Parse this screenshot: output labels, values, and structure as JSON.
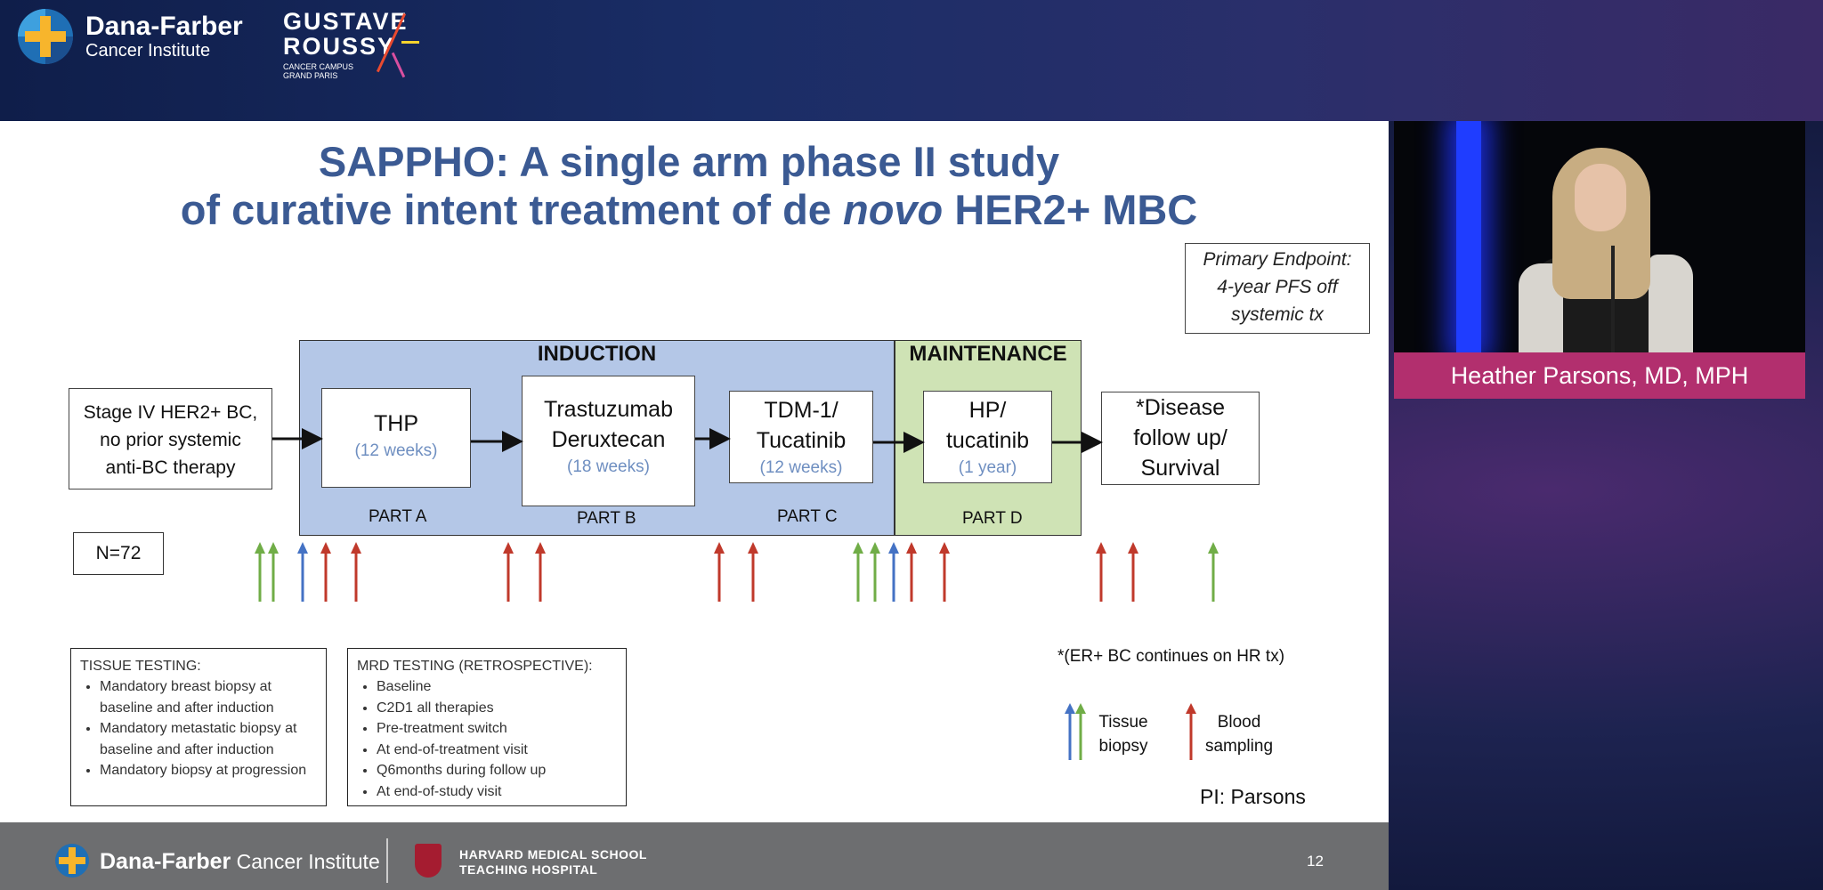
{
  "header": {
    "df_name": "Dana-Farber",
    "df_sub": "Cancer Institute",
    "gr_line1": "GUSTAVE",
    "gr_line2": "ROUSSY",
    "gr_sub1": "CANCER CAMPUS",
    "gr_sub2": "GRAND PARIS"
  },
  "slide": {
    "title_line1": "SAPPHO: A single arm phase II study",
    "title_line2_a": "of curative intent treatment of de ",
    "title_line2_em": "novo",
    "title_line2_b": " HER2+ MBC",
    "primary_endpoint": [
      "Primary Endpoint:",
      "4-year PFS off",
      "systemic tx"
    ],
    "induction_label": "INDUCTION",
    "maintenance_label": "MAINTENANCE",
    "start_box": [
      "Stage IV HER2+ BC,",
      "no prior systemic",
      "anti-BC therapy"
    ],
    "parts": [
      {
        "name": [
          "THP"
        ],
        "duration": "(12 weeks)",
        "label": "PART A"
      },
      {
        "name": [
          "Trastuzumab",
          "Deruxtecan"
        ],
        "duration": "(18 weeks)",
        "label": "PART B"
      },
      {
        "name": [
          "TDM-1/",
          "Tucatinib"
        ],
        "duration": "(12 weeks)",
        "label": "PART C"
      },
      {
        "name": [
          "HP/",
          "tucatinib"
        ],
        "duration": "(1 year)",
        "label": "PART D"
      }
    ],
    "end_box": [
      "*Disease",
      "follow up/",
      "Survival"
    ],
    "n_label": "N=72",
    "tissue_testing": {
      "header": "TISSUE TESTING:",
      "items": [
        "Mandatory breast biopsy at baseline and after induction",
        "Mandatory metastatic biopsy at baseline and after induction",
        "Mandatory biopsy at progression"
      ]
    },
    "mrd_testing": {
      "header": "MRD TESTING (RETROSPECTIVE):",
      "items": [
        "Baseline",
        "C2D1 all therapies",
        "Pre-treatment switch",
        "At end-of-treatment visit",
        "Q6months during follow up",
        "At end-of-study visit"
      ]
    },
    "note": "*(ER+ BC continues on HR tx)",
    "legend_tissue": [
      "Tissue",
      "biopsy"
    ],
    "legend_blood": [
      "Blood",
      "sampling"
    ],
    "pi": "PI: Parsons",
    "colors": {
      "green": "#70ad47",
      "blue": "#4472c4",
      "red": "#c0392b"
    },
    "timeline_arrows": [
      "green",
      "green",
      "blue",
      "red",
      "red",
      "red",
      "red",
      "red",
      "red",
      "green",
      "green",
      "blue",
      "red",
      "red",
      "red",
      "red",
      "green"
    ]
  },
  "footer": {
    "df_bold": "Dana-Farber",
    "df_rest": " Cancer Institute",
    "hms_line1": "HARVARD MEDICAL SCHOOL",
    "hms_line2": "TEACHING HOSPITAL",
    "page": "12"
  },
  "speaker": {
    "name": "Heather Parsons, MD, MPH"
  }
}
